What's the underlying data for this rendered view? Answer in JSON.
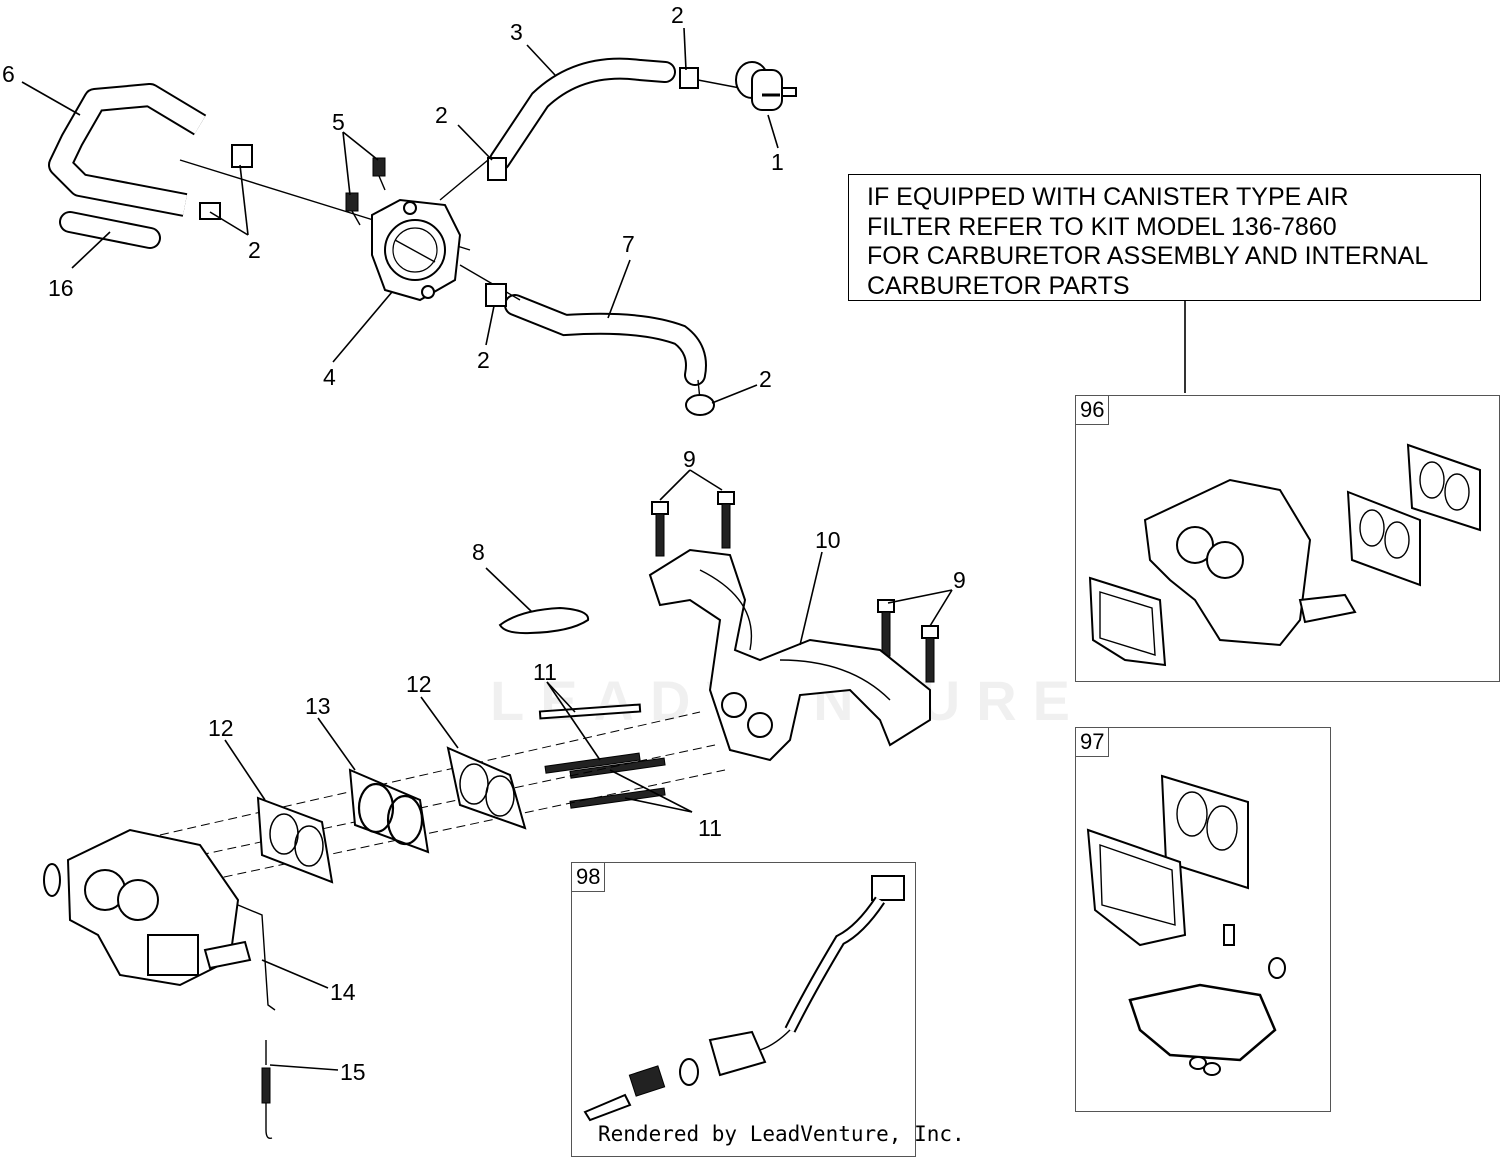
{
  "note": {
    "lines": [
      "IF EQUIPPED WITH  CANISTER TYPE AIR",
      "FILTER REFER TO KIT MODEL 136-7860",
      "FOR CARBURETOR ASSEMBLY AND INTERNAL",
      "CARBURETOR PARTS"
    ]
  },
  "kits": [
    {
      "label": "96"
    },
    {
      "label": "97"
    },
    {
      "label": "98"
    }
  ],
  "callouts": {
    "c1": "1",
    "c2a": "2",
    "c2b": "2",
    "c2c": "2",
    "c2d": "2",
    "c2e": "2",
    "c3": "3",
    "c4": "4",
    "c5": "5",
    "c6": "6",
    "c7": "7",
    "c8": "8",
    "c9a": "9",
    "c9b": "9",
    "c10": "10",
    "c11a": "11",
    "c11b": "11",
    "c12a": "12",
    "c12b": "12",
    "c13": "13",
    "c14": "14",
    "c15": "15",
    "c16": "16"
  },
  "credit": "Rendered by LeadVenture, Inc.",
  "watermark": "LEADVENTURE"
}
